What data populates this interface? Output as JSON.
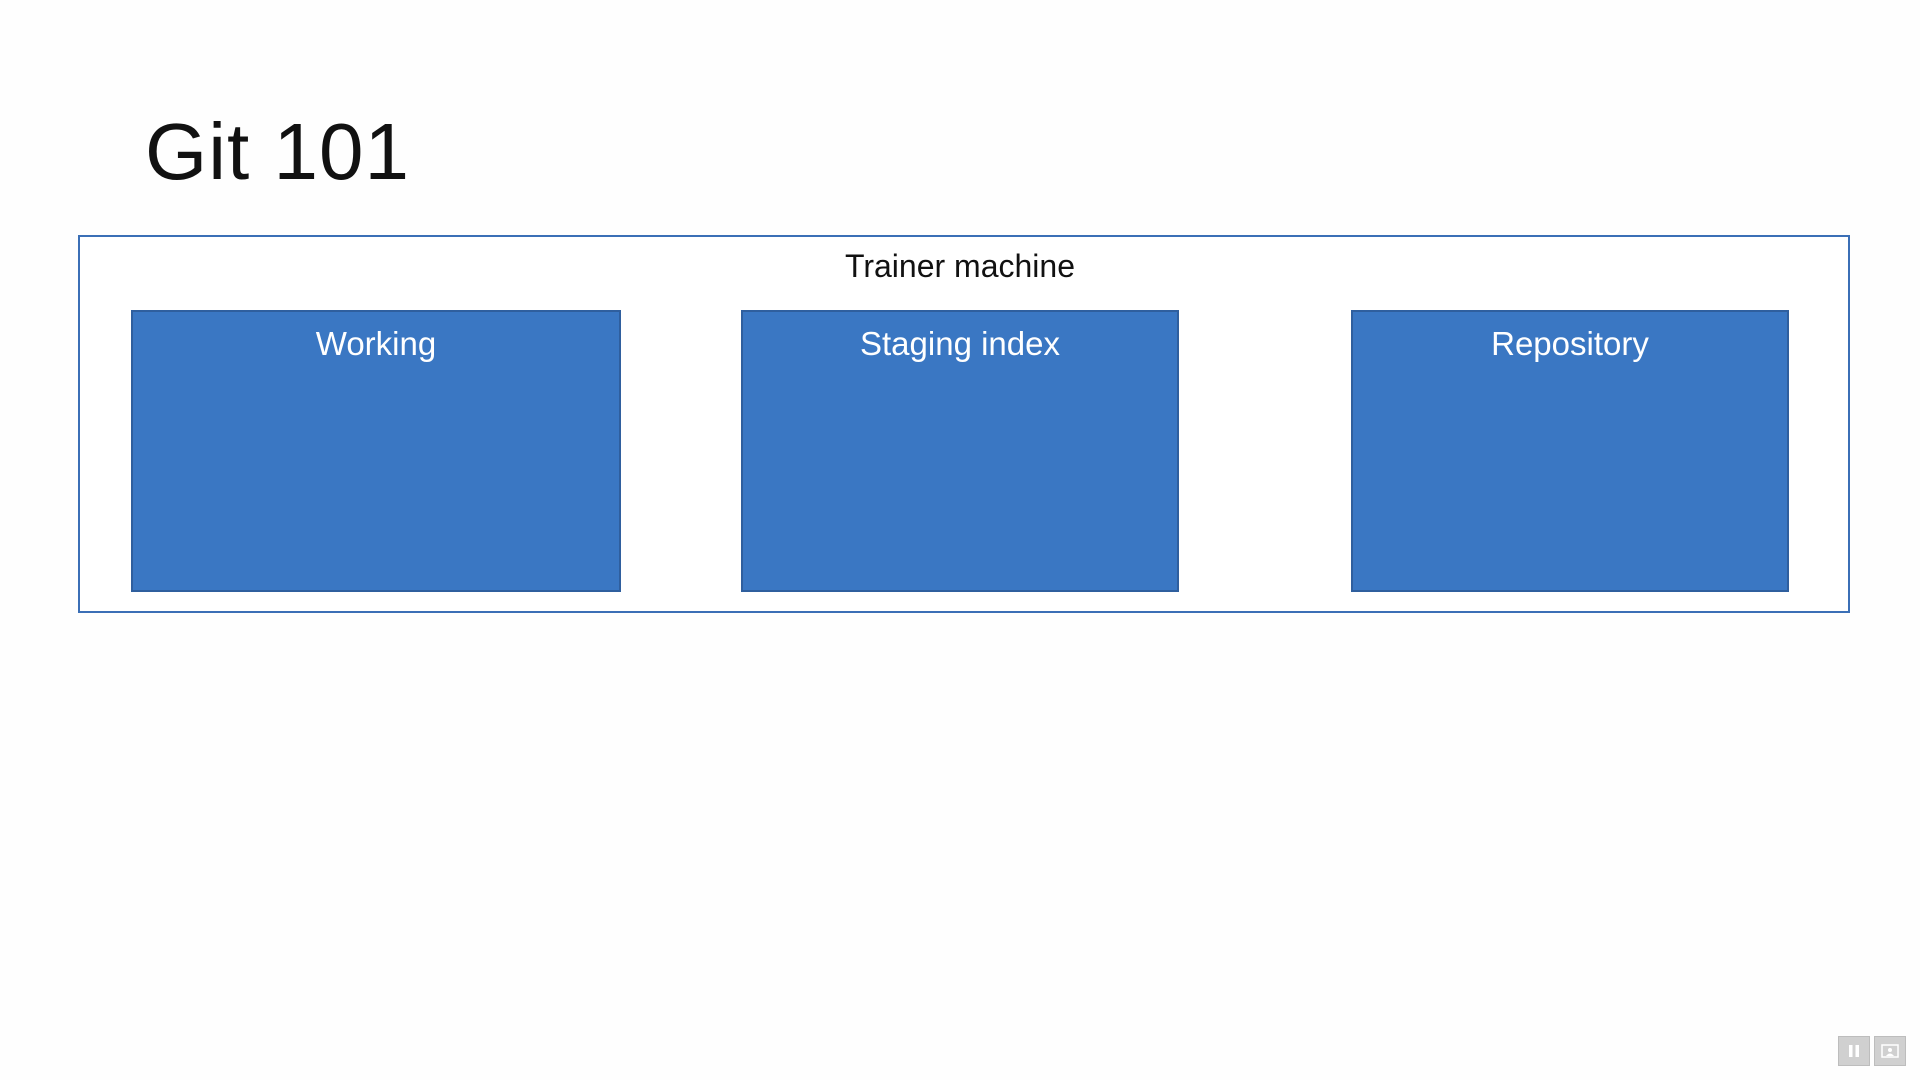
{
  "slide": {
    "title": "Git 101"
  },
  "diagram": {
    "container_label": "Trainer machine",
    "areas": [
      {
        "label": "Working"
      },
      {
        "label": "Staging index"
      },
      {
        "label": "Repository"
      }
    ]
  },
  "colors": {
    "box_fill": "#3a77c3",
    "box_border": "#2f5f9e",
    "frame_border": "#3b6fb6",
    "label_text": "#ffffff"
  },
  "controls": {
    "icons": [
      "pause-icon",
      "presenter-view-icon"
    ]
  }
}
